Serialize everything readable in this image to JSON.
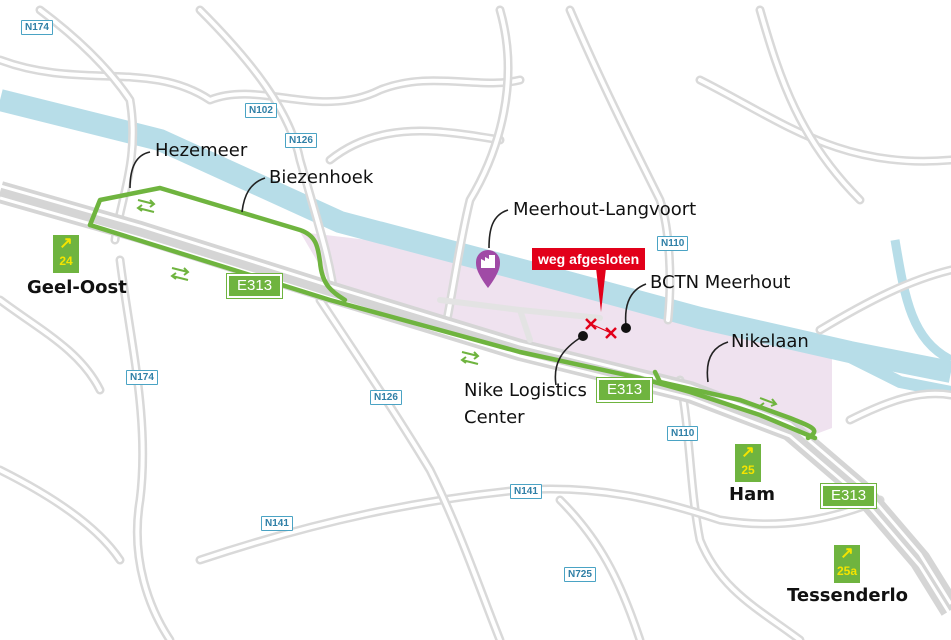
{
  "colors": {
    "route": "#6fb43f",
    "canal": "#b7dde8",
    "industrial_zone": "#efe2ef",
    "closure": "#e2001a",
    "marker": "#a04aa6",
    "road_badge_border": "#4aa3c4"
  },
  "places": {
    "hezemeer": "Hezemeer",
    "biezenhoek": "Biezenhoek",
    "meerhout_langvoort": "Meerhout-Langvoort",
    "bctn": "BCTN Meerhout",
    "nikelaan": "Nikelaan",
    "nike_line1": "Nike Logistics",
    "nike_line2": "Center"
  },
  "towns": {
    "geel_oost": "Geel-Oost",
    "ham": "Ham",
    "tessenderlo": "Tessenderlo"
  },
  "closure_label": "weg afgesloten",
  "exits": {
    "geel_oost": "24",
    "ham": "25",
    "tessenderlo": "25a"
  },
  "highway_labels": [
    "E313",
    "E313",
    "E313"
  ],
  "road_badges": [
    "N174",
    "N102",
    "N126",
    "N110",
    "N174",
    "N126",
    "N110",
    "N141",
    "N141",
    "N725"
  ],
  "icons": {
    "closure": "x-icon",
    "site": "factory-pin-icon",
    "exit": "exit-arrow-icon",
    "two_way": "two-way-arrows-icon"
  }
}
